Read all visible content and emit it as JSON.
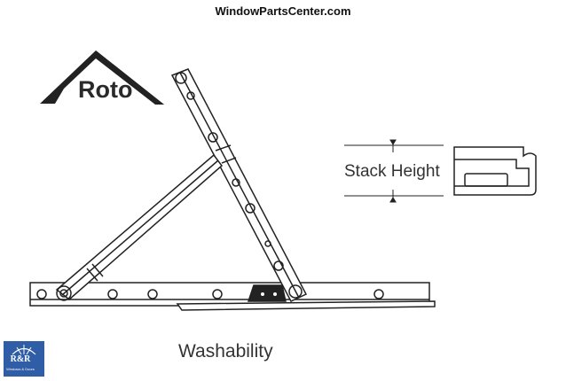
{
  "header": {
    "site_name": "WindowParts​Center.com"
  },
  "brand": {
    "name": "Roto"
  },
  "stack_diagram": {
    "label": "Stack Height"
  },
  "caption": "Washability",
  "badge": {
    "title": "R&R",
    "subtitle": "Windows & Doors",
    "color": "#2f5da6"
  },
  "icons": [
    "roto-logo-icon",
    "hinge-icon",
    "stack-profile-icon",
    "rr-logo-icon"
  ]
}
